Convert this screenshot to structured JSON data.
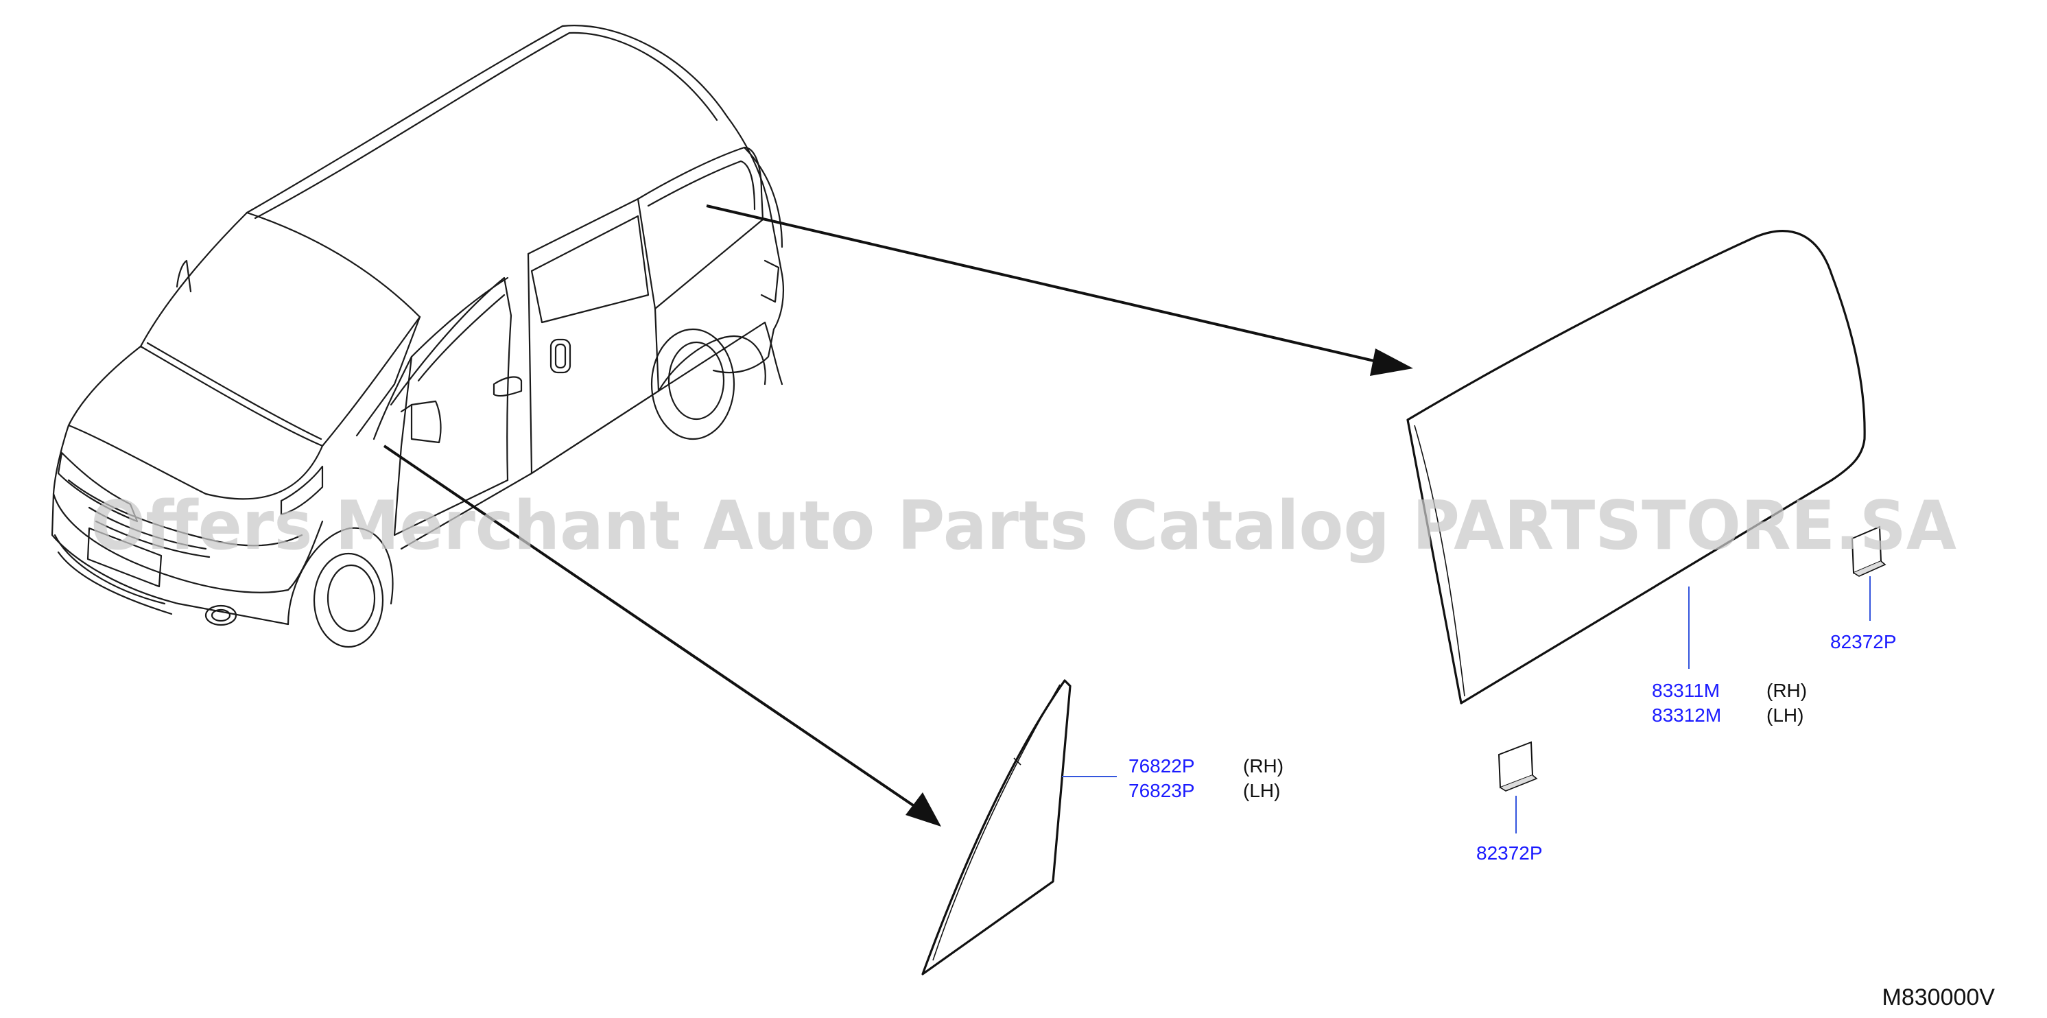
{
  "diagram": {
    "reference_code": "M830000V",
    "watermark": "Offers Merchant Auto Parts Catalog PARTSTORE.SA",
    "colors": {
      "part_number": "#1a1aff",
      "leader_line": "#3355dd",
      "line_art": "#1a1a1a",
      "watermark": "#c9c9c9"
    },
    "callouts": {
      "front_quarter_glass": {
        "part_rh": "76822P",
        "side_rh": "(RH)",
        "part_lh": "76823P",
        "side_lh": "(LH)"
      },
      "rear_side_glass": {
        "part_rh": "83311M",
        "side_rh": "(RH)",
        "part_lh": "83312M",
        "side_lh": "(LH)"
      },
      "clip_upper": {
        "part": "82372P"
      },
      "clip_lower": {
        "part": "82372P"
      }
    }
  }
}
